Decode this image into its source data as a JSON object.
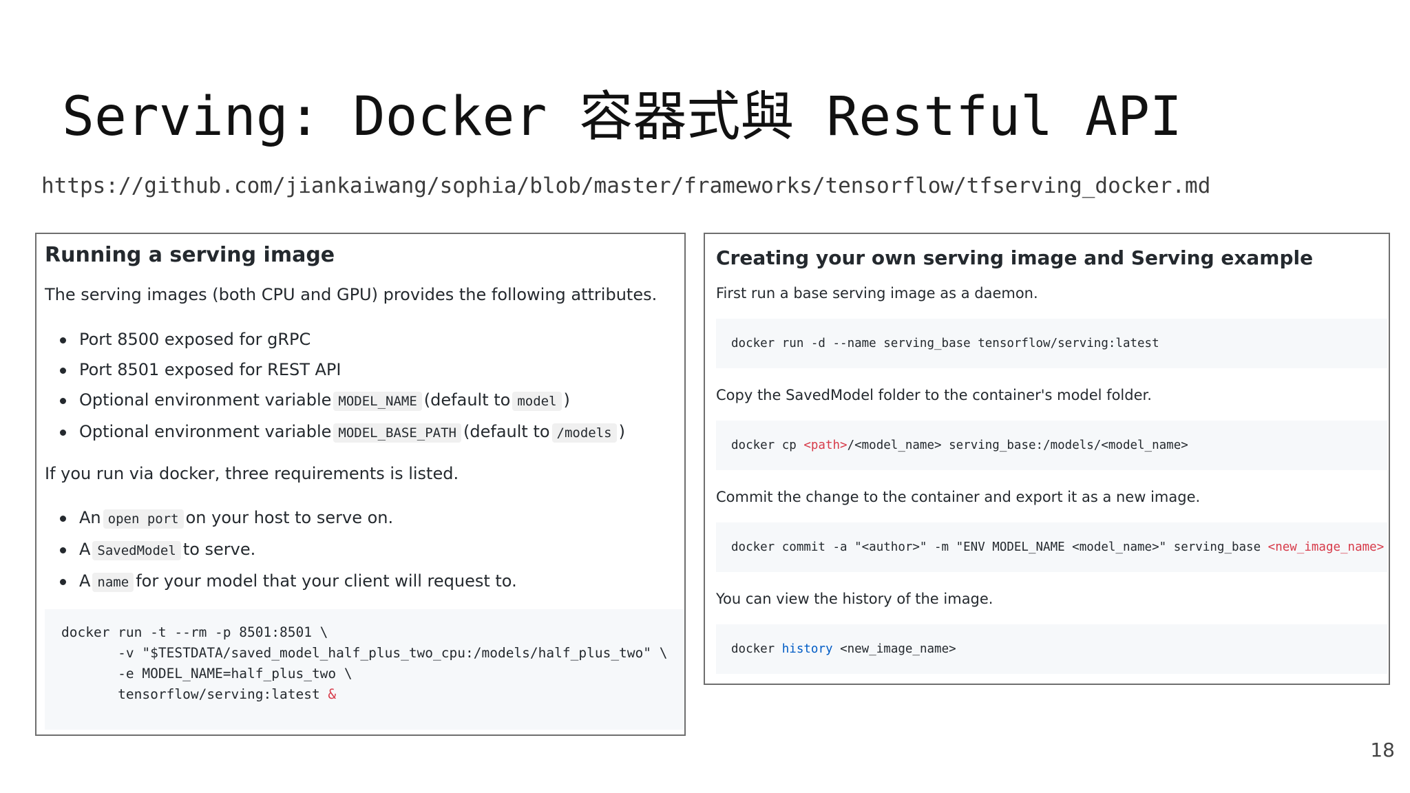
{
  "slide": {
    "title": "Serving: Docker 容器式與 Restful API",
    "url": "https://github.com/jiankaiwang/sophia/blob/master/frameworks/tensorflow/tfserving_docker.md",
    "page_number": "18"
  },
  "left_panel": {
    "heading": "Running a serving image",
    "intro": "The serving images (both CPU and GPU) provides the following attributes.",
    "attributes": [
      {
        "text": "Port 8500 exposed for gRPC"
      },
      {
        "text": "Port 8501 exposed for REST API"
      },
      {
        "pre": "Optional environment variable",
        "code": "MODEL_NAME",
        "mid": "(default to",
        "code2": "model",
        "post": ")"
      },
      {
        "pre": "Optional environment variable",
        "code": "MODEL_BASE_PATH",
        "mid": "(default to",
        "code2": "/models",
        "post": ")"
      }
    ],
    "requirements_intro": "If you run via docker, three requirements is listed.",
    "requirements": [
      {
        "pre": "An",
        "code": "open port",
        "post": "on your host to serve on."
      },
      {
        "pre": "A",
        "code": "SavedModel",
        "post": "to serve."
      },
      {
        "pre": "A",
        "code": "name",
        "post": "for your model that your client will request to."
      }
    ],
    "code_lines": [
      "docker run -t --rm -p 8501:8501 \\",
      "       -v \"$TESTDATA/saved_model_half_plus_two_cpu:/models/half_plus_two\" \\",
      "       -e MODEL_NAME=half_plus_two \\",
      "       tensorflow/serving:latest "
    ],
    "code_last_token": "&"
  },
  "right_panel": {
    "heading": "Creating your own serving image and Serving example",
    "steps": [
      {
        "text": "First run a base serving image as a daemon.",
        "code": "docker run -d --name serving_base tensorflow/serving:latest"
      },
      {
        "text": "Copy the SavedModel folder to the container's model folder.",
        "code_a": "docker cp ",
        "code_b": "<path>",
        "code_c": "/<model_name>",
        "code_d": " serving_base:/models/<model_name>"
      },
      {
        "text": "Commit the change to the container and export it as a new image.",
        "code_a": "docker commit -a \"<author>\" -m \"ENV MODEL_NAME <model_name>\" serving_base ",
        "code_b": "<new_image_name>"
      },
      {
        "text": "You can view the history of the image.",
        "code_a": "docker ",
        "code_b": "history",
        "code_c": " <new_image_name>"
      }
    ]
  },
  "colors": {
    "code_background": "#f6f8fa",
    "keyword_red": "#d73a49",
    "keyword_blue": "#005cc5",
    "panel_border": "#6e6e6e"
  }
}
